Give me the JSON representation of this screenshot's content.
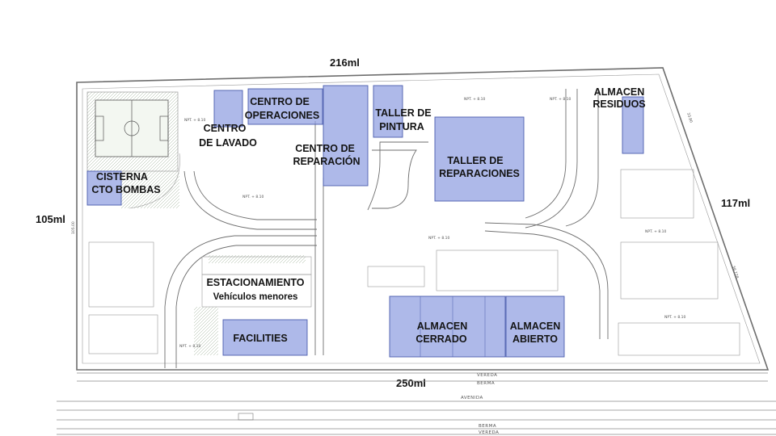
{
  "dimensions": {
    "top": "216ml",
    "left": "105ml",
    "right": "117ml",
    "bottom": "250ml"
  },
  "areas": {
    "centro_operaciones": [
      "CENTRO DE",
      "OPERACIONES"
    ],
    "centro_lavado": [
      "CENTRO",
      "DE LAVADO"
    ],
    "centro_reparacion": [
      "CENTRO DE",
      "REPARACIÓN"
    ],
    "taller_pintura": [
      "TALLER DE",
      "PINTURA"
    ],
    "taller_reparaciones": [
      "TALLER DE",
      "REPARACIONES"
    ],
    "almacen_residuos": [
      "ALMACEN",
      "RESIDUOS"
    ],
    "cisterna": [
      "CISTERNA",
      "CTO BOMBAS"
    ],
    "estacionamiento": [
      "ESTACIONAMIENTO",
      "Vehículos menores"
    ],
    "facilities": "FACILITIES",
    "almacen_cerrado": [
      "ALMACEN",
      "CERRADO"
    ],
    "almacen_abierto": [
      "ALMACEN",
      "ABIERTO"
    ]
  },
  "level_marker": "NPT. + 8.10",
  "roads": {
    "vereda": "VEREDA",
    "berma": "BERMA",
    "avenida": "AVENIDA"
  },
  "side_marks": {
    "left": "105.00",
    "right_top": "33.80",
    "right_bottom": "56.778"
  },
  "colors": {
    "building_fill": "#8f9ee0",
    "building_stroke": "#4b5cae",
    "green_area": "#e6efe4",
    "outline": "#6e6e6e"
  }
}
